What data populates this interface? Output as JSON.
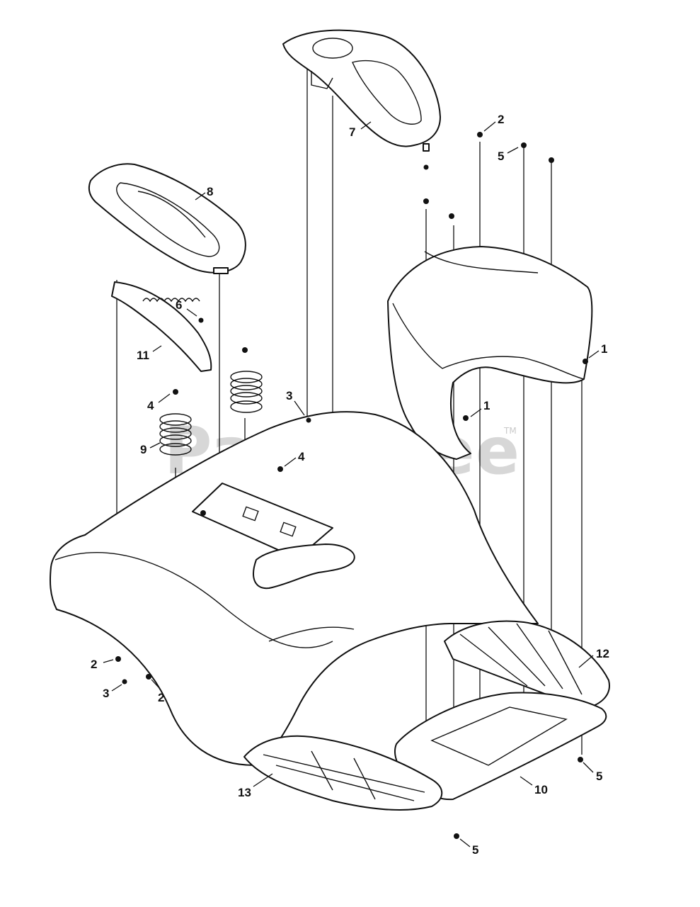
{
  "watermark": {
    "text": "PartsTree",
    "trademark": "TM"
  },
  "callouts": [
    {
      "id": "c7a",
      "text": "7"
    },
    {
      "id": "c2a",
      "text": "2"
    },
    {
      "id": "c5a",
      "text": "5"
    },
    {
      "id": "c8",
      "text": "8"
    },
    {
      "id": "c1a",
      "text": "1"
    },
    {
      "id": "c6",
      "text": "6"
    },
    {
      "id": "c11",
      "text": "11"
    },
    {
      "id": "c3a",
      "text": "3"
    },
    {
      "id": "c1b",
      "text": "1"
    },
    {
      "id": "c4a",
      "text": "4"
    },
    {
      "id": "c9",
      "text": "9"
    },
    {
      "id": "c4b",
      "text": "4"
    },
    {
      "id": "c12",
      "text": "12"
    },
    {
      "id": "c2b",
      "text": "2"
    },
    {
      "id": "c3b",
      "text": "3"
    },
    {
      "id": "c2c",
      "text": "2"
    },
    {
      "id": "c5b",
      "text": "5"
    },
    {
      "id": "c13",
      "text": "13"
    },
    {
      "id": "c10",
      "text": "10"
    },
    {
      "id": "c5c",
      "text": "5"
    }
  ]
}
